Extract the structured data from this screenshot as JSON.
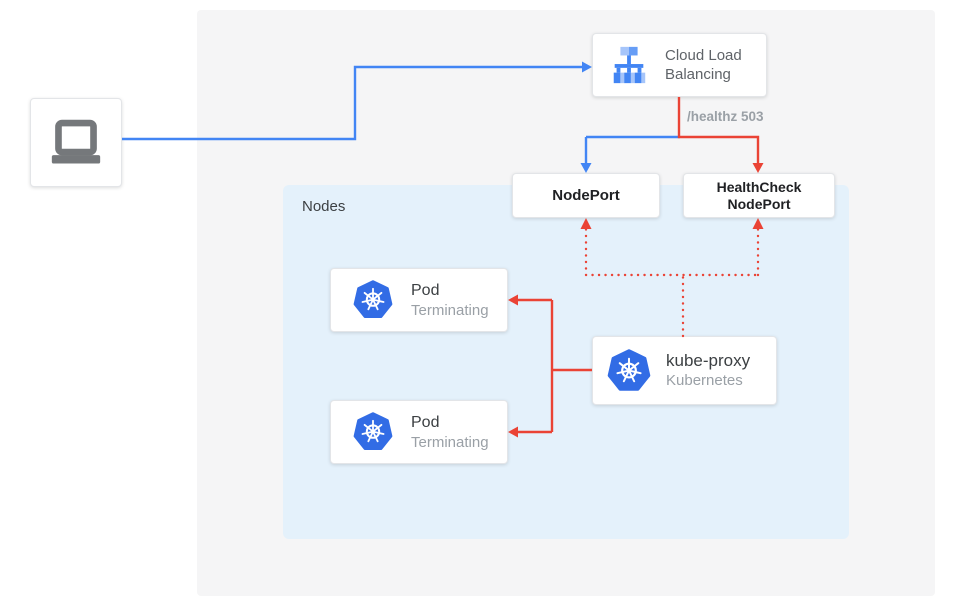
{
  "colors": {
    "traffic_blue": "#4285F4",
    "alert_red": "#EA4335",
    "kubernetes_blue": "#326CE5",
    "load_balancer_blue_light": "#A6C5FA",
    "load_balancer_blue_mid": "#669DF6",
    "outer_panel_bg": "#F5F5F6",
    "nodes_panel_bg": "#E4F1FB",
    "card_bg": "#FFFFFF",
    "title_text": "#3C4043",
    "subtitle_text": "#9AA0A6",
    "port_label_text": "#202124"
  },
  "client": {
    "icon": "laptop-icon"
  },
  "cloud_load_balancing": {
    "icon": "cloud-load-balancing-icon",
    "label": "Cloud Load Balancing"
  },
  "health_check_annotation": "/healthz 503",
  "nodes_panel": {
    "label": "Nodes"
  },
  "node_port": {
    "label": "NodePort"
  },
  "health_check_node_port": {
    "label": "HealthCheck NodePort"
  },
  "pods": [
    {
      "icon": "kubernetes-icon",
      "title": "Pod",
      "status": "Terminating"
    },
    {
      "icon": "kubernetes-icon",
      "title": "Pod",
      "status": "Terminating"
    }
  ],
  "kube_proxy": {
    "icon": "kubernetes-icon",
    "title": "kube-proxy",
    "subtitle": "Kubernetes"
  }
}
